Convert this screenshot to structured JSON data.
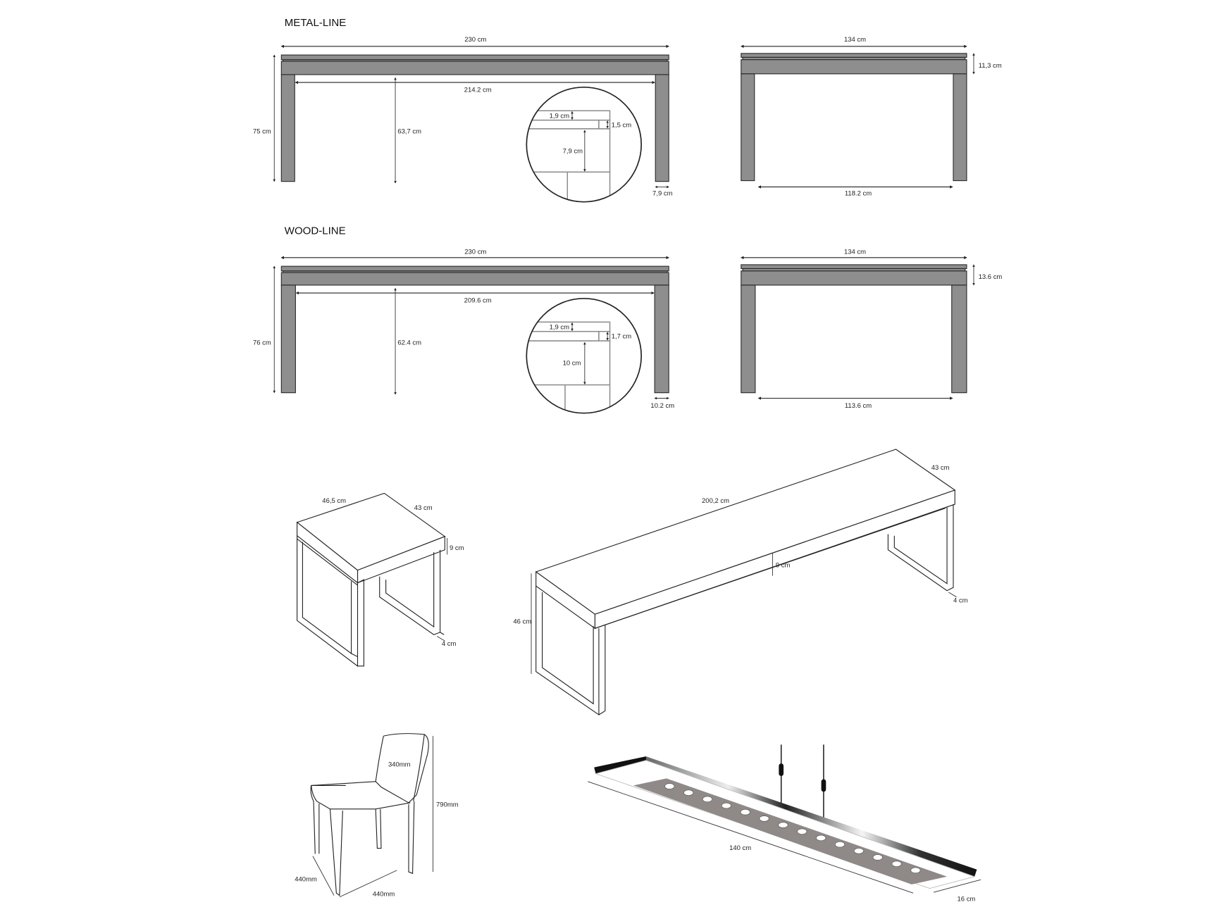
{
  "metal_line": {
    "title": "METAL-LINE",
    "front": {
      "length": "230 cm",
      "height": "75 cm",
      "inner_width": "214.2 cm",
      "clearance": "63,7 cm",
      "leg_width": "7,9 cm"
    },
    "detail": {
      "top": "1,9 cm",
      "middle": "1,5 cm",
      "apron": "7,9 cm"
    },
    "side": {
      "width": "134 cm",
      "top_height": "11,3 cm",
      "inner_width": "118.2 cm"
    }
  },
  "wood_line": {
    "title": "WOOD-LINE",
    "front": {
      "length": "230 cm",
      "height": "76 cm",
      "inner_width": "209.6 cm",
      "clearance": "62.4 cm",
      "leg_width": "10.2 cm"
    },
    "detail": {
      "top": "1,9 cm",
      "middle": "1,7 cm",
      "apron": "10 cm"
    },
    "side": {
      "width": "134 cm",
      "top_height": "13.6 cm",
      "inner_width": "113.6 cm"
    }
  },
  "stool": {
    "length": "46,5 cm",
    "depth": "43 cm",
    "top_height": "9 cm",
    "frame": "4 cm"
  },
  "bench": {
    "length": "200,2 cm",
    "depth": "43 cm",
    "top_height": "9 cm",
    "frame": "4 cm",
    "height": "46 cm"
  },
  "chair": {
    "back": "340mm",
    "height": "790mm",
    "depth": "440mm",
    "width": "440mm"
  },
  "lamp": {
    "length": "140 cm",
    "width": "16 cm",
    "led_count": 14,
    "colors": {
      "body": "#111111",
      "panel": "#8f8a87",
      "led": "#ffffff"
    }
  }
}
